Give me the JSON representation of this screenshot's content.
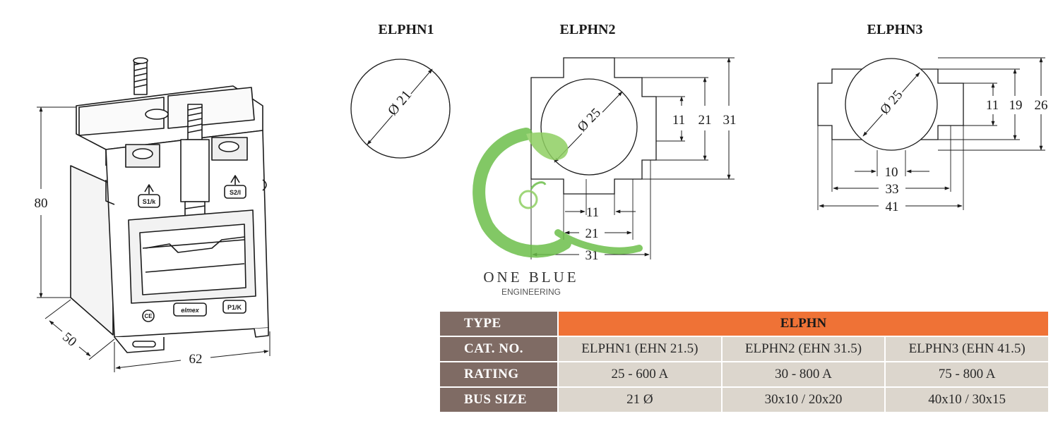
{
  "drawings": {
    "elphn1": {
      "title": "ELPHN1",
      "diameter_label": "Ø 21"
    },
    "elphn2": {
      "title": "ELPHN2",
      "diameter_label": "Ø 25",
      "dims_vertical": [
        "11",
        "21",
        "31"
      ],
      "dims_horizontal": [
        "11",
        "21",
        "31"
      ]
    },
    "elphn3": {
      "title": "ELPHN3",
      "diameter_label": "Ø 25",
      "dims_vertical": [
        "11",
        "19",
        "26"
      ],
      "dims_horizontal": [
        "10",
        "33",
        "41"
      ]
    }
  },
  "device": {
    "height_dim": "80",
    "depth_dim": "50",
    "width_dim": "62",
    "brand": "elmex",
    "terminal_s1": "S1/k",
    "terminal_s2": "S2/l",
    "primary_p1": "P1/K",
    "cert_mark": "CE"
  },
  "watermark": {
    "line1": "ONE BLUE",
    "line2": "ENGINEERING"
  },
  "table": {
    "type_label": "TYPE",
    "type_value": "ELPHN",
    "rows": [
      {
        "label": "CAT. NO.",
        "values": [
          "ELPHN1 (EHN 21.5)",
          "ELPHN2 (EHN 31.5)",
          "ELPHN3 (EHN 41.5)"
        ]
      },
      {
        "label": "RATING",
        "values": [
          "25 - 600 A",
          "30 - 800 A",
          "75 - 800 A"
        ]
      },
      {
        "label": "BUS SIZE",
        "values": [
          "21 Ø",
          "30x10 / 20x20",
          "40x10 / 30x15"
        ]
      }
    ]
  },
  "colors": {
    "table_label_bg": "#7f6b64",
    "table_type_bg": "#ef7236",
    "table_cell_bg": "#dcd6cd",
    "watermark_green": "#6dbf4b",
    "line": "#1a1a1a"
  }
}
